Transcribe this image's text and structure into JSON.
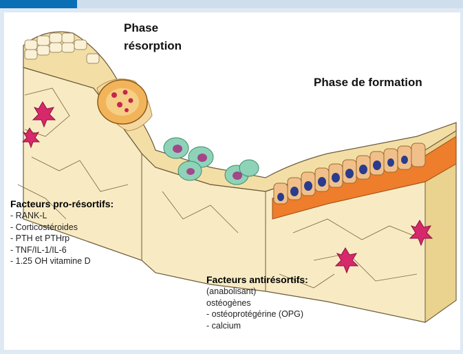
{
  "labels": {
    "phase_resorption_line1": "Phase",
    "phase_resorption_line2": "résorption",
    "phase_formation": "Phase de formation"
  },
  "pro_resorptive": {
    "title": "Facteurs pro-résortifs:",
    "items": [
      "- RANK-L",
      "- Corticostéroides",
      "- PTH et PTHrp",
      "- TNF/IL-1/IL-6",
      "- 1.25 OH vitamine D"
    ]
  },
  "anti_resorptive": {
    "title": "Facteurs antirésortifs:",
    "lines": [
      "(anabolisant)",
      "ostéogènes",
      "- ostéoprotégérine (OPG)",
      "- calcium"
    ]
  },
  "colors": {
    "header_tab": "#0b6fb6",
    "header_bar": "#cfdeed",
    "frame": "#dfe9f3",
    "bone": "#f6e6b8",
    "bone_side": "#e9cf8f",
    "osteoclast": "#f2b45a",
    "osteoblast": "#f1c08a",
    "osteoid": "#ee7d2c",
    "nucleus": "#2a3c8c",
    "osteocyte": "#d6286a",
    "macrophage": "#8ed3b8"
  }
}
